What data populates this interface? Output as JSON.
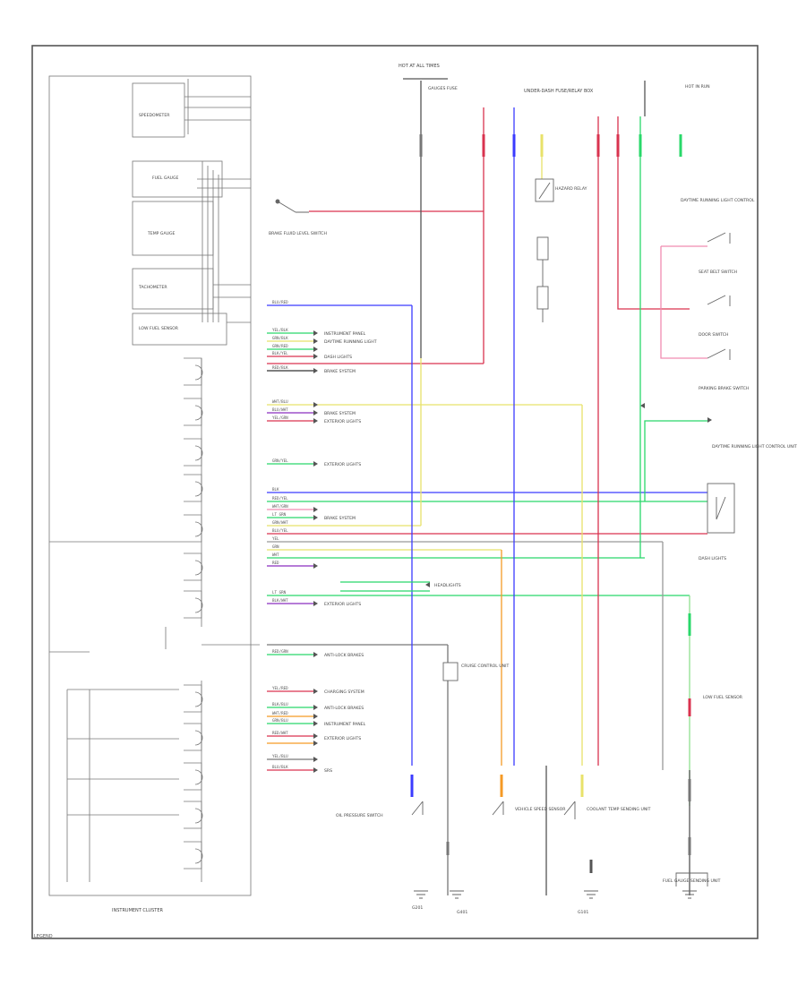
{
  "diagram": {
    "labels": {
      "top_fuse": "HOT AT ALL TIMES",
      "gauges_fuse": "GAUGES FUSE",
      "instrument_panel_block": "UNDER-DASH FUSE/RELAY BOX",
      "top_right_fuse": "HOT IN RUN",
      "left_section_title": "INSTRUMENT CLUSTER",
      "speedometer": "SPEEDOMETER",
      "fuel_gauge": "FUEL GAUGE",
      "temp_gauge": "TEMP GAUGE",
      "tachometer": "TACHOMETER",
      "brake_fluid_switch": "BRAKE FLUID LEVEL SWITCH",
      "parking_brake_switch": "PARKING BRAKE SWITCH",
      "dash_light_ind": "DASH LIGHTS",
      "hazard_relay": "HAZARD RELAY",
      "seat_belt_switch": "SEAT BELT SWITCH",
      "door_switch": "DOOR SWITCH",
      "daytime_relay": "DAYTIME RUNNING LIGHT CONTROL",
      "daytime_ctrl_unit": "DAYTIME RUNNING LIGHT CONTROL UNIT",
      "cruise_ctrl": "CRUISE CONTROL UNIT",
      "low_fuel_sensor": "LOW FUEL SENSOR",
      "oil_pressure_switch": "OIL PRESSURE SWITCH",
      "fuel_sender": "FUEL GAUGE SENDING UNIT",
      "coolant_sensor": "COOLANT TEMP SENDING UNIT",
      "vehicle_speed_sensor": "VEHICLE SPEED SENSOR",
      "ground_1": "G201",
      "ground_2": "G401",
      "ground_3": "G101",
      "footer_code": "LEGEND"
    },
    "wire_labels": [
      "BLU/RED",
      "YEL/BLK",
      "GRN/BLK",
      "GRN/RED",
      "BLK/YEL",
      "RED/BLK",
      "WHT/BLU",
      "BLU/WHT",
      "YEL/GRN",
      "GRN/YEL",
      "BLK",
      "RED/YEL",
      "WHT/GRN",
      "LT GRN",
      "GRN/WHT",
      "BLU/YEL",
      "YEL",
      "GRN",
      "WHT",
      "RED",
      "LT GRN",
      "BLK/WHT",
      "RED/GRN",
      "YEL/RED",
      "BLK/BLU",
      "WHT/RED",
      "GRN/BLU",
      "RED/WHT",
      "YEL/BLU",
      "BLU/BLK"
    ],
    "destinations": [
      "INSTRUMENT PANEL",
      "DAYTIME RUNNING LIGHT",
      "DASH LIGHTS",
      "BRAKE SYSTEM",
      "BRAKE SYSTEM",
      "EXTERIOR LIGHTS",
      "EXTERIOR LIGHTS",
      "BRAKE SYSTEM",
      "HEADLIGHTS",
      "EXTERIOR LIGHTS",
      "ANTI-LOCK BRAKES",
      "CHARGING SYSTEM",
      "ANTI-LOCK BRAKES",
      "INSTRUMENT PANEL",
      "EXTERIOR LIGHTS",
      "SRS"
    ],
    "colors": {
      "red": "#d9334f",
      "blue": "#3b3bff",
      "green": "#29d86a",
      "yellow": "#e8e26a",
      "orange": "#f59a25",
      "pink": "#f08cb0",
      "purple": "#8a2fbf",
      "lime": "#8fe08f",
      "black": "#333333"
    }
  }
}
